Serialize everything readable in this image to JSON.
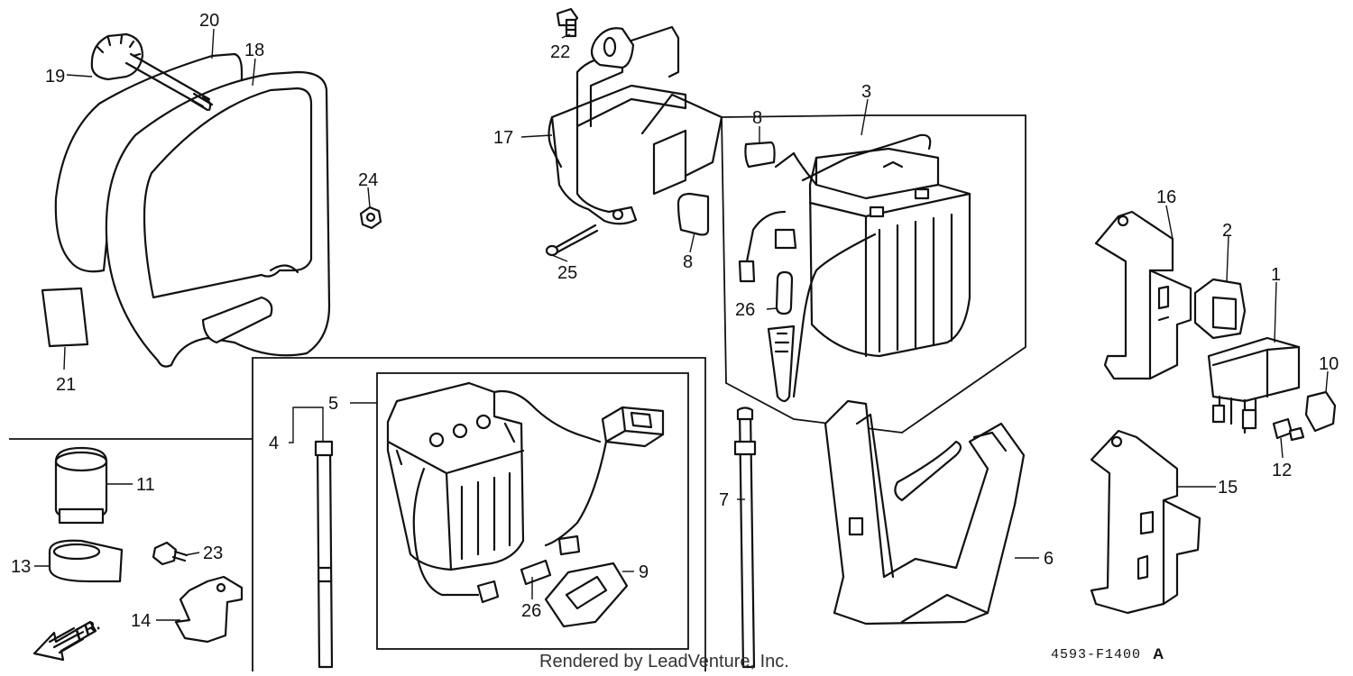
{
  "diagram": {
    "callouts": [
      "1",
      "2",
      "3",
      "4",
      "5",
      "6",
      "7",
      "8",
      "8",
      "9",
      "10",
      "11",
      "12",
      "13",
      "14",
      "15",
      "16",
      "17",
      "18",
      "19",
      "20",
      "21",
      "22",
      "23",
      "24",
      "25",
      "26",
      "26"
    ],
    "direction_label": "FR.",
    "diagram_code": "4593-F1400",
    "diagram_code_suffix": "A",
    "footer": "Rendered by LeadVenture, Inc."
  }
}
